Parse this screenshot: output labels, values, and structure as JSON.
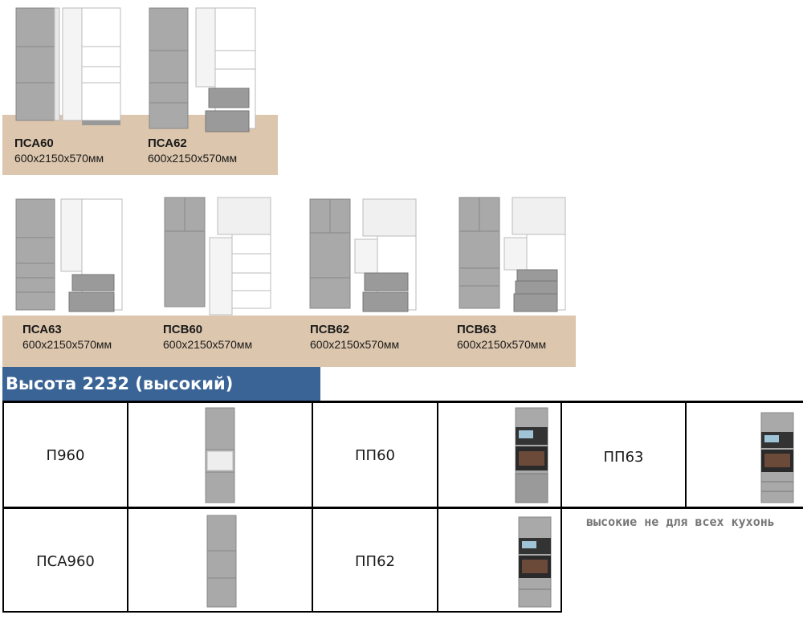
{
  "top_row": [
    {
      "code": "ПСА60",
      "size": "600х2150х570мм"
    },
    {
      "code": "ПСА62",
      "size": "600х2150х570мм"
    }
  ],
  "second_row": [
    {
      "code": "ПСА63",
      "size": "600х2150х570мм"
    },
    {
      "code": "ПСВ60",
      "size": "600х2150х570мм"
    },
    {
      "code": "ПСВ62",
      "size": "600х2150х570мм"
    },
    {
      "code": "ПСВ63",
      "size": "600х2150х570мм"
    }
  ],
  "section_title": "Высота 2232 (высокий)",
  "table": {
    "row1": [
      "П960",
      "ПП60",
      "ПП63"
    ],
    "row2": [
      "ПСА960",
      "ПП62"
    ]
  },
  "note": "высокие  не для всех кухонь",
  "colors": {
    "beige_floor": "#dcc6ad",
    "banner": "#3a6496",
    "cabinet_gray": "#a9a9a9"
  }
}
